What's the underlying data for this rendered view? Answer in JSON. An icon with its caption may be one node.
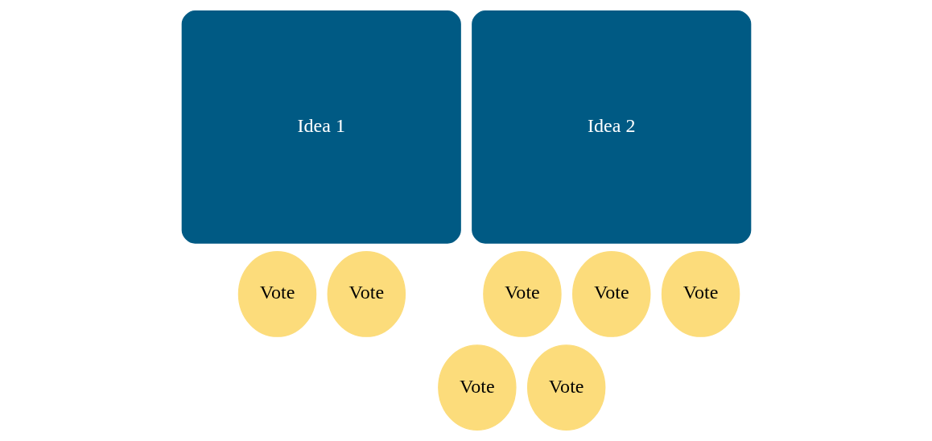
{
  "diagram": {
    "nodes": [
      {
        "text": [
          "Idea 1"
        ]
      },
      {
        "text": [
          "Vote"
        ]
      },
      {
        "text": [
          "Vote"
        ]
      },
      {
        "text": [
          "Idea 2"
        ]
      },
      {
        "text": [
          "Vote"
        ]
      },
      {
        "text": [
          "Vote"
        ]
      },
      {
        "text": [
          "Vote"
        ]
      },
      {
        "text": [
          "Vote"
        ]
      },
      {
        "text": [
          "Vote"
        ]
      }
    ]
  }
}
